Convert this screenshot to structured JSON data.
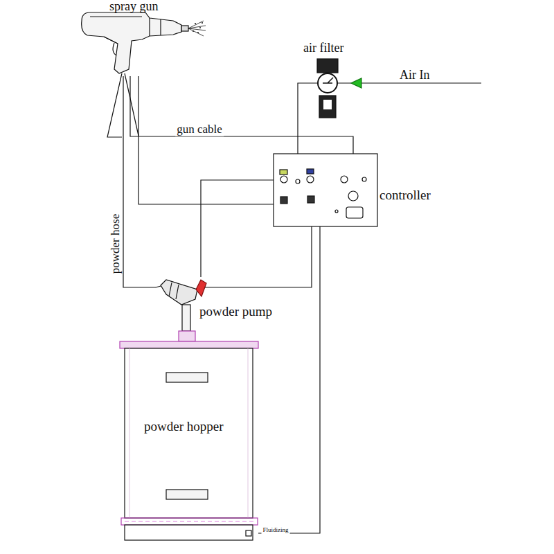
{
  "diagram": {
    "nodes": [
      {
        "text": [
          "spray gun"
        ]
      },
      {
        "text": [
          "air filter"
        ]
      },
      {
        "text": [
          "controller"
        ]
      },
      {
        "text": [
          "powder pump"
        ]
      },
      {
        "text": [
          "powder hopper"
        ]
      }
    ],
    "edges": [
      {
        "from": 0,
        "to": 3,
        "label": "powder hose",
        "arrow": "none"
      },
      {
        "from": 0,
        "to": 2,
        "label": "gun cable",
        "arrow": "none"
      },
      {
        "from": 0,
        "to": 2,
        "arrow": "none"
      },
      {
        "from": 1,
        "to": 2,
        "arrow": "none"
      },
      {
        "from": 2,
        "to": 3,
        "arrow": "none"
      },
      {
        "from": 2,
        "to": 3,
        "arrow": "none"
      },
      {
        "from": 2,
        "to": 4,
        "label": "Fluidizing",
        "arrow": "none"
      }
    ],
    "labels": [
      "Air In"
    ]
  }
}
